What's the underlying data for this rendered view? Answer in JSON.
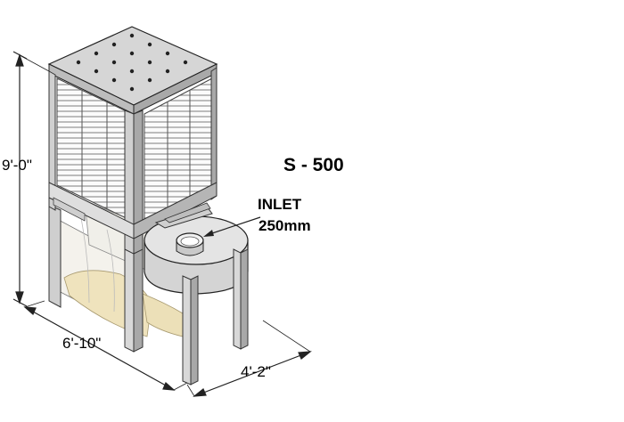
{
  "model": "S - 500",
  "inlet": {
    "label": "INLET",
    "size": "250mm"
  },
  "dimensions": {
    "height": "9'-0\"",
    "width": "6'-10\"",
    "depth": "4'-2\""
  },
  "colors": {
    "steel_light": "#e2e2e2",
    "steel": "#cfcfcf",
    "steel_dark": "#a8a8a8",
    "bag_fill": "#f1ead6",
    "bag_tint": "#e9dcb0",
    "outline": "#222222"
  }
}
